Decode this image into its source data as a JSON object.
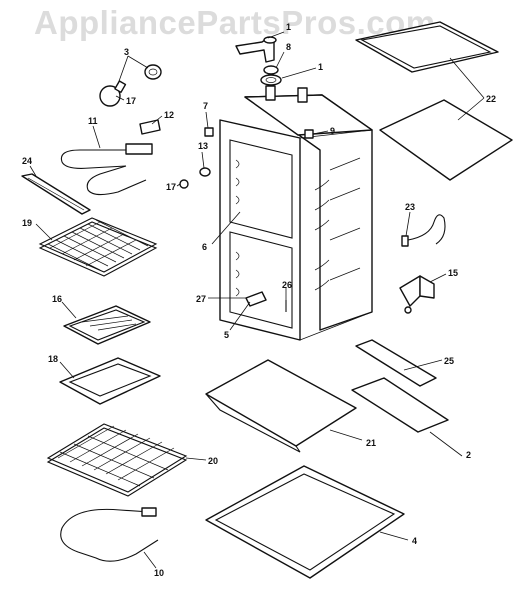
{
  "watermark": "AppliancePartsPros.com",
  "callouts": {
    "c1a": "1",
    "c1b": "1",
    "c2": "2",
    "c3": "3",
    "c4": "4",
    "c5": "5",
    "c6": "6",
    "c7": "7",
    "c8": "8",
    "c9": "9",
    "c10": "10",
    "c11": "11",
    "c12": "12",
    "c13": "13",
    "c15": "15",
    "c16": "16",
    "c17a": "17",
    "c17b": "17",
    "c18": "18",
    "c19": "19",
    "c20": "20",
    "c21": "21",
    "c22": "22",
    "c23": "23",
    "c24": "24",
    "c25": "25",
    "c26": "26",
    "c27": "27"
  }
}
